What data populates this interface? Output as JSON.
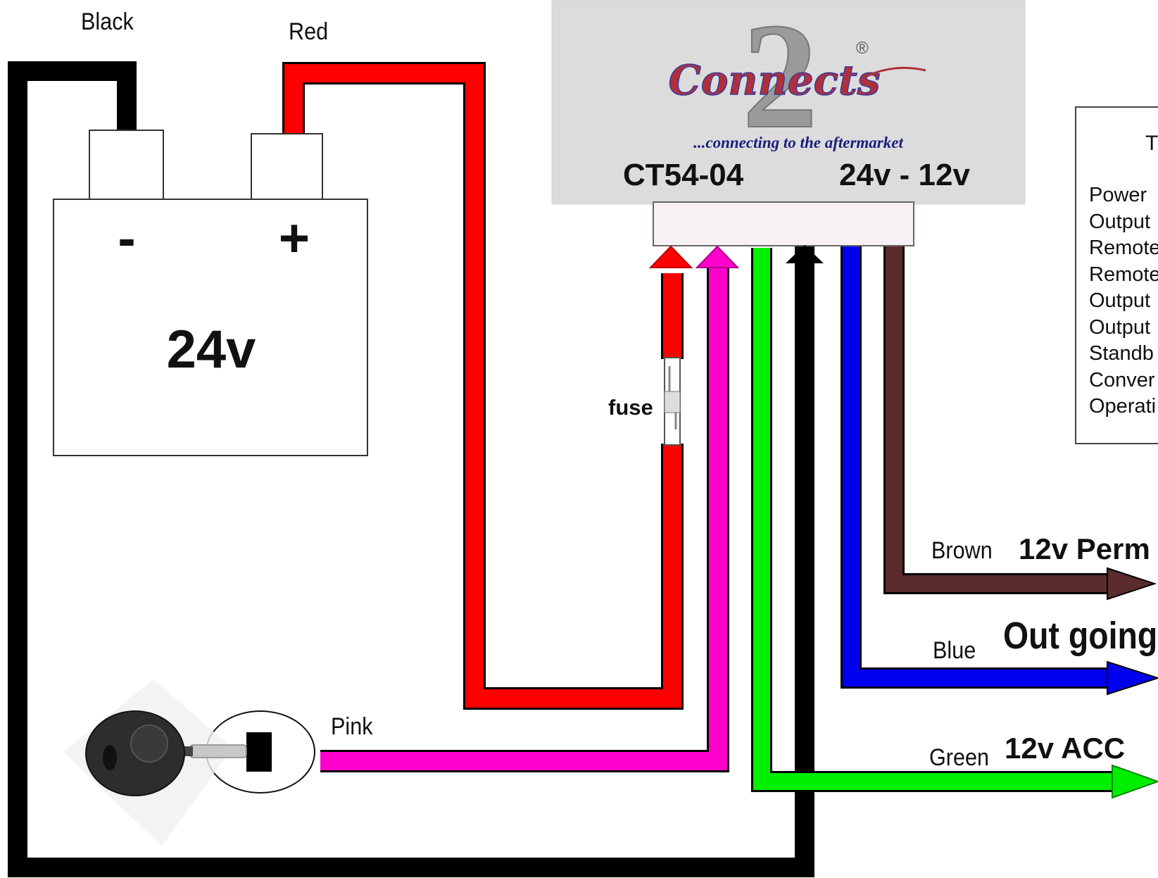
{
  "labels": {
    "black": "Black",
    "red": "Red",
    "pink": "Pink",
    "fuse": "fuse",
    "brown": "Brown",
    "blue": "Blue",
    "green": "Green"
  },
  "battery": {
    "voltage": "24v",
    "negative_symbol": "-",
    "positive_symbol": "+"
  },
  "module": {
    "brand_logo_number": "2",
    "brand_logo_text": "Connects",
    "registered_mark": "®",
    "tagline": "...connecting to the aftermarket",
    "model": "CT54-04",
    "conversion": "24v - 12v"
  },
  "outputs": {
    "brown_label": "12v Perm",
    "blue_label": "Out going",
    "green_label": "12v ACC"
  },
  "specs_panel": {
    "title": "T",
    "rows": [
      "Power",
      "Output",
      "Remote",
      "Remote",
      "Output",
      "Output",
      "Standb",
      "Conver",
      "Operati"
    ]
  },
  "colors": {
    "black_wire": "#000000",
    "red_wire": "#ff0000",
    "pink_wire": "#ff00cc",
    "green_wire": "#00ee00",
    "blue_wire": "#0000ee",
    "brown_wire": "#5a2c2c",
    "module_panel": "#dcdcdc"
  },
  "icons": [
    "battery-icon",
    "car-key-icon",
    "ignition-switch-icon",
    "fuse-icon",
    "arrow-right-icon",
    "arrow-up-icon"
  ]
}
